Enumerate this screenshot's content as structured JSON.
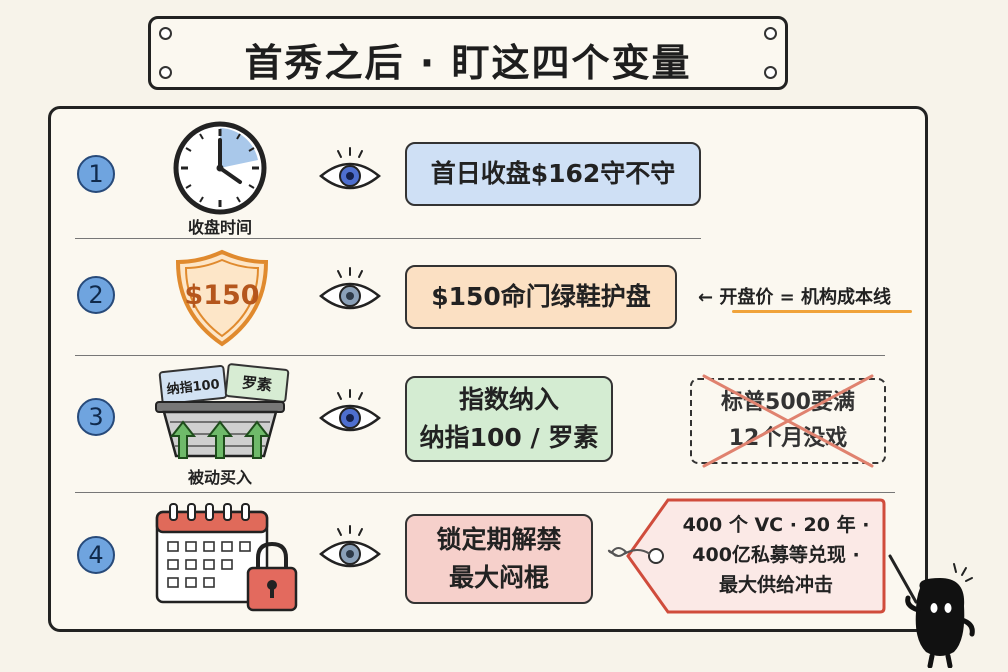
{
  "title": "首秀之后 · 盯这四个变量",
  "rows": [
    {
      "number": "1",
      "icon_caption": "收盘时间",
      "box_text": "首日收盘$162守不守"
    },
    {
      "number": "2",
      "shield_text": "$150",
      "box_text": "$150命门绿鞋护盘",
      "side_note": "← 开盘价 = 机构成本线"
    },
    {
      "number": "3",
      "card_left": "纳指100",
      "card_right": "罗素",
      "icon_caption": "被动买入",
      "box_line1": "指数纳入",
      "box_line2": "纳指100 / 罗素",
      "crossed_line1": "标普500要满",
      "crossed_line2": "12个月没戏"
    },
    {
      "number": "4",
      "box_line1": "锁定期解禁",
      "box_line2": "最大闷棍",
      "tag_line1": "400 个 VC · 20 年 ·",
      "tag_line2": "400亿私募等兑现 ·",
      "tag_line3": "最大供给冲击"
    }
  ],
  "icons": [
    "clock-icon",
    "eye-icon",
    "shield-icon",
    "basket-icon",
    "arrow-up-icon",
    "calendar-icon",
    "lock-icon",
    "price-tag-icon",
    "mascot-icon"
  ],
  "colors": {
    "number_fill": "#6fa4df",
    "blue_box": "#cfe0f5",
    "orange_box": "#fbe0c3",
    "green_box": "#d4ecd2",
    "pink_box": "#f6d0cb",
    "cross": "#e0826f",
    "highlight": "#f0a33a"
  }
}
